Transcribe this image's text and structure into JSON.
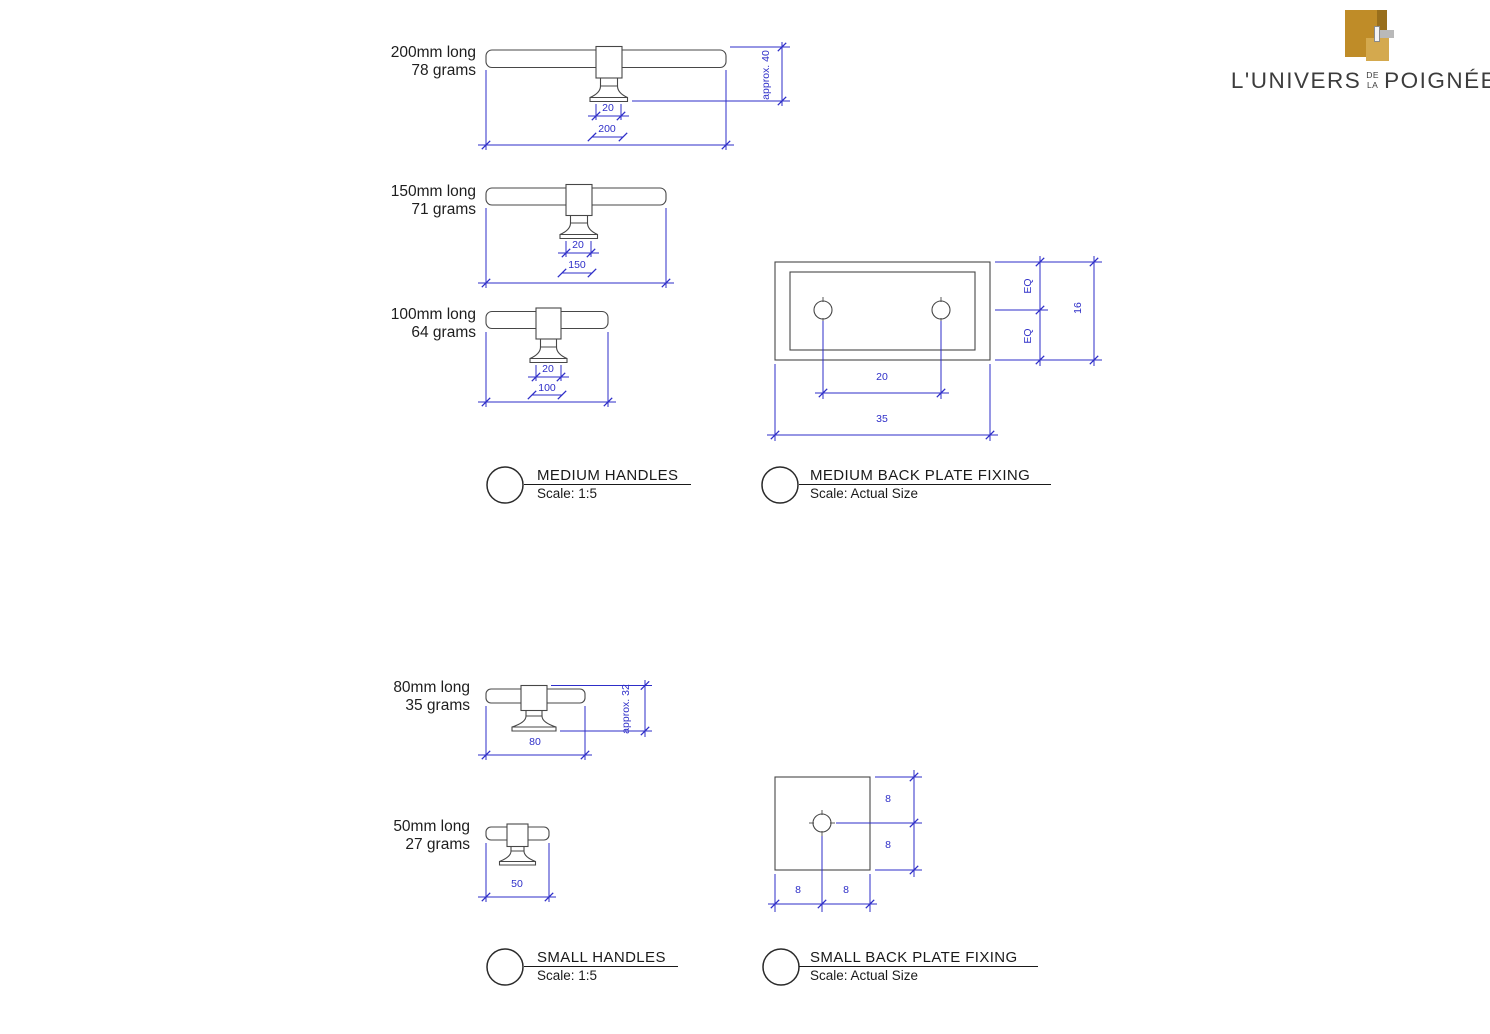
{
  "colors": {
    "dimension_blue": "#2e2ec8",
    "outline_gray": "#474747",
    "logo_gold": "#bf8c28",
    "logo_gold_dark": "#996f1c",
    "logo_gold_light": "#d4a94e"
  },
  "logo": {
    "word1": "L'UNIVERS",
    "small_top": "DE",
    "small_bottom": "LA",
    "word2": "POIGNÉE"
  },
  "handles": {
    "h200": {
      "label1": "200mm long",
      "label2": "78 grams",
      "dim_neck": "20",
      "dim_length": "200",
      "dim_height": "approx. 40"
    },
    "h150": {
      "label1": "150mm long",
      "label2": "71 grams",
      "dim_neck": "20",
      "dim_length": "150"
    },
    "h100": {
      "label1": "100mm long",
      "label2": "64 grams",
      "dim_neck": "20",
      "dim_length": "100"
    },
    "h80": {
      "label1": "80mm long",
      "label2": "35 grams",
      "dim_length": "80",
      "dim_height": "approx. 32"
    },
    "h50": {
      "label1": "50mm long",
      "label2": "27 grams",
      "dim_length": "50"
    }
  },
  "plates": {
    "medium": {
      "dim_eq_top": "EQ",
      "dim_eq_bottom": "EQ",
      "dim_height": "16",
      "dim_hole_spacing": "20",
      "dim_width": "35"
    },
    "small": {
      "dim_right_top": "8",
      "dim_right_bottom": "8",
      "dim_bottom_left": "8",
      "dim_bottom_right": "8"
    }
  },
  "captions": {
    "medium_handles": {
      "title": "MEDIUM HANDLES",
      "scale": "Scale: 1:5"
    },
    "medium_plate": {
      "title": "MEDIUM BACK PLATE FIXING",
      "scale": "Scale: Actual Size"
    },
    "small_handles": {
      "title": "SMALL HANDLES",
      "scale": "Scale: 1:5"
    },
    "small_plate": {
      "title": "SMALL BACK PLATE FIXING",
      "scale": "Scale: Actual Size"
    }
  }
}
